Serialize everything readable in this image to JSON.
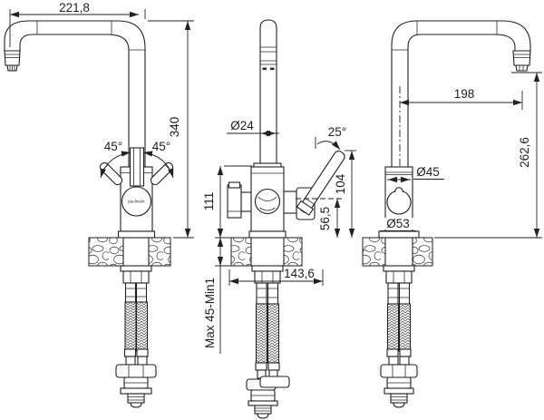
{
  "drawing": {
    "brand_logo": "paulmark",
    "line_color": "#1f1f1f",
    "background": "#ffffff"
  },
  "dimensions": {
    "spout_reach": "221,8",
    "total_height": "340",
    "handle_angle_left": "45°",
    "handle_angle_right": "45°",
    "spout_pipe_diameter": "Ø24",
    "lever_angle": "25°",
    "body_height": "111",
    "mounting_thickness": "Max 45-Min1",
    "body_depth": "143,6",
    "pivot_height": "56,5",
    "lever_height": "104",
    "spout_projection": "198",
    "spout_outlet_height": "262,6",
    "body_diameter": "Ø45",
    "base_diameter": "Ø53"
  }
}
